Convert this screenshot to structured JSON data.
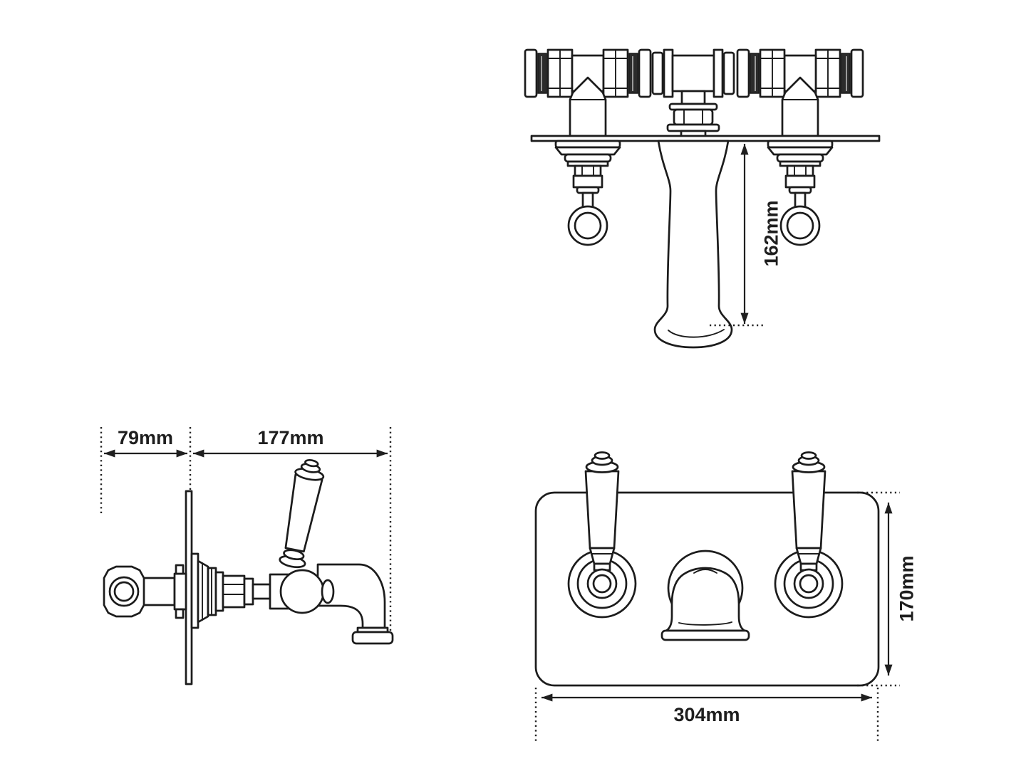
{
  "drawing": {
    "background": "#ffffff",
    "line_color": "#1c1c1c",
    "olive_band_color": "#2b2b2b",
    "dimensions": {
      "spout_drop": "162mm",
      "wall_depth": "79mm",
      "spout_projection": "177mm",
      "plate_width": "304mm",
      "plate_height": "170mm"
    }
  }
}
